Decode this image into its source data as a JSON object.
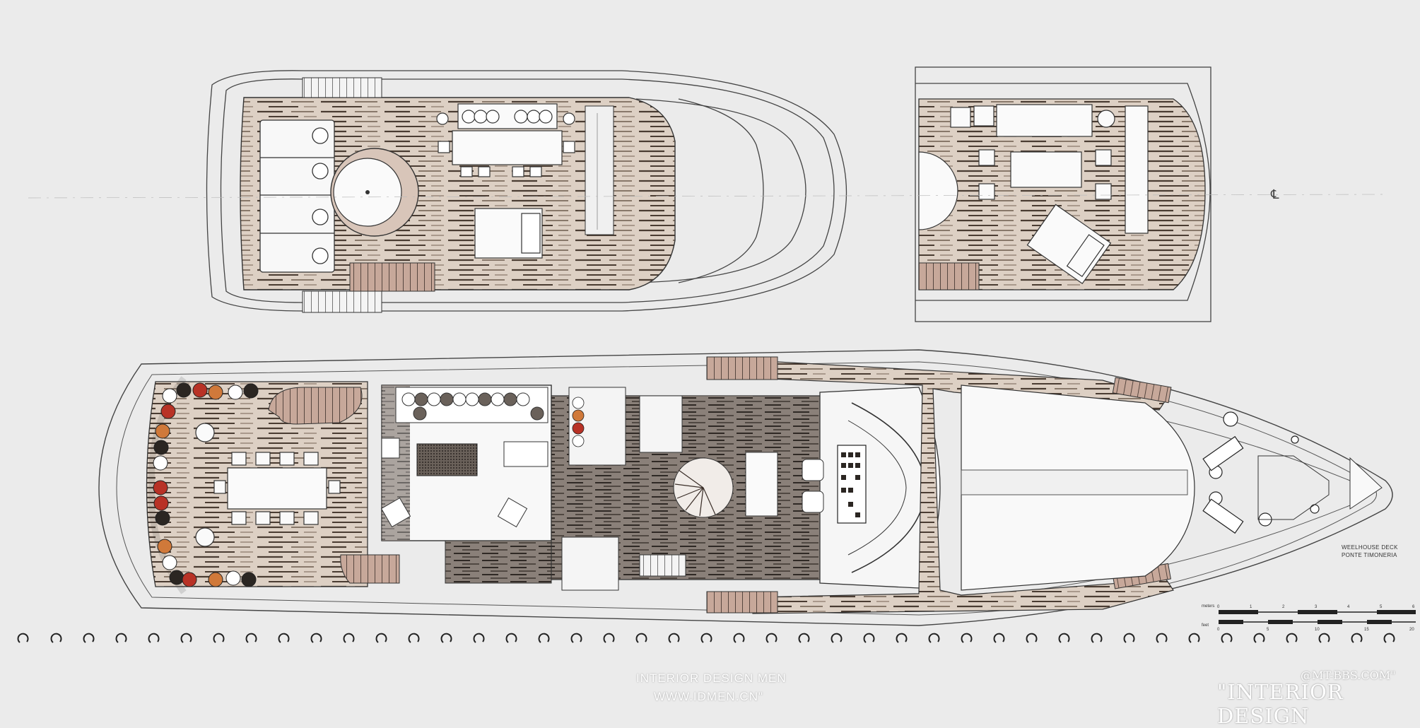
{
  "drawing": {
    "deck_name_en": "WEELHOUSE DECK",
    "deck_name_it": "PONTE TIMONERIA",
    "scale_unit_metric": "meters",
    "scale_unit_imperial": "feet",
    "metric_ticks": [
      "0",
      "1",
      "2",
      "3",
      "4",
      "5",
      "6"
    ],
    "imperial_ticks": [
      "0",
      "5",
      "10",
      "15",
      "20"
    ],
    "centerline_symbol": "℄"
  },
  "watermarks": {
    "line1": "INTERIOR DESIGN MEN",
    "line2": "WWW.IDMEN.CN\"",
    "line3": "@MT-BBS.COM\"",
    "line4": "\"INTERIOR DESIGN"
  },
  "colors": {
    "paper": "#ebebeb",
    "deck_wood": "#ddd0c4",
    "wood_grain": "#4a3c32",
    "line": "#444444",
    "cushion_red": "#b83226",
    "cushion_orange": "#d0793a",
    "cushion_dark": "#2b2622"
  }
}
